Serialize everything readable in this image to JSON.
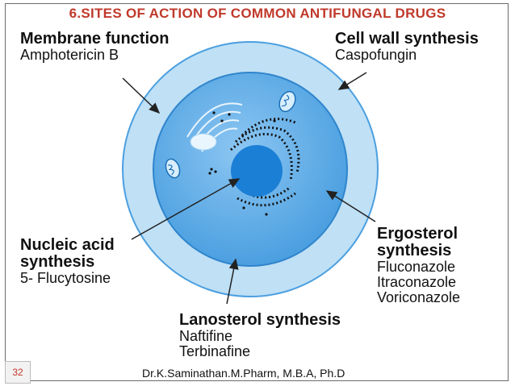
{
  "title": "6.SITES OF ACTION OF COMMON ANTIFUNGAL DRUGS",
  "labels": {
    "membrane": {
      "heading": "Membrane function",
      "drugs": [
        "Amphotericin B"
      ]
    },
    "cell_wall": {
      "heading": "Cell wall synthesis",
      "drugs": [
        "Caspofungin"
      ]
    },
    "nucleic": {
      "heading_lines": [
        "Nucleic acid",
        "synthesis"
      ],
      "drugs": [
        "5- Flucytosine"
      ]
    },
    "ergosterol": {
      "heading_lines": [
        "Ergosterol",
        "synthesis"
      ],
      "drugs": [
        "Fluconazole",
        "Itraconazole",
        "Voriconazole"
      ]
    },
    "lanosterol": {
      "heading": "Lanosterol synthesis",
      "drugs": [
        "Naftifine",
        "Terbinafine"
      ]
    }
  },
  "footer": {
    "page_number": "32",
    "author": "Dr.K.Saminathan.M.Pharm, M.B.A, Ph.D"
  },
  "colors": {
    "title": "#c0392b",
    "cell_wall": "#bfe0f5",
    "cytoplasm": "#5aa9e6",
    "nucleus": "#1b7fd6"
  }
}
